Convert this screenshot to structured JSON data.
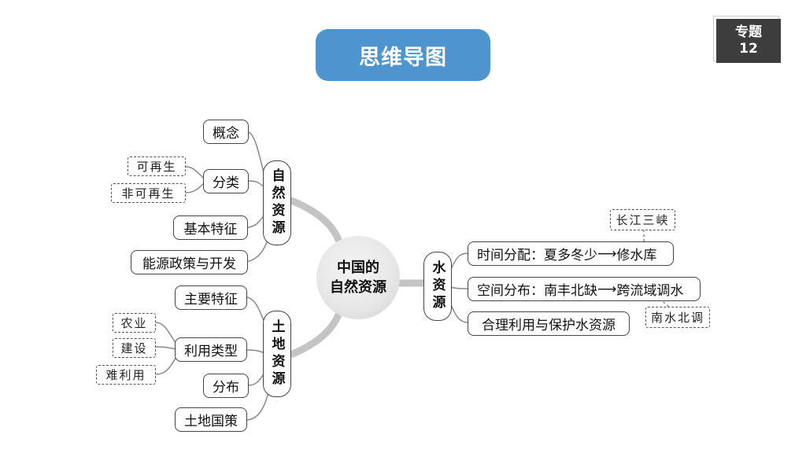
{
  "header": {
    "title": "思维导图",
    "topic_label": "专题",
    "topic_number": "12"
  },
  "center": {
    "line1": "中国的",
    "line2": "自然资源"
  },
  "branch_natural": {
    "label": "自然资源",
    "items": {
      "concept": "概念",
      "classification": "分类",
      "renewable": "可再生",
      "non_renewable": "非可再生",
      "basic_features": "基本特征",
      "energy_policy": "能源政策与开发"
    }
  },
  "branch_land": {
    "label": "土地资源",
    "items": {
      "main_features": "主要特征",
      "use_types": "利用类型",
      "agriculture": "农业",
      "construction": "建设",
      "hard_to_use": "难利用",
      "distribution": "分布",
      "land_policy": "土地国策"
    }
  },
  "branch_water": {
    "label": "水资源",
    "items": {
      "time_distribution": "时间分配：夏多冬少",
      "reservoir": "修水库",
      "yangtze": "长江三峡",
      "space_distribution": "空间分布：南丰北缺",
      "transfer": "跨流域调水",
      "south_north": "南水北调",
      "rational_use": "合理利用与保护水资源"
    }
  },
  "colors": {
    "title_bg": "#4e94cf",
    "badge_bg": "#3d3d3d",
    "branch_stroke": "#bdbdbd"
  }
}
